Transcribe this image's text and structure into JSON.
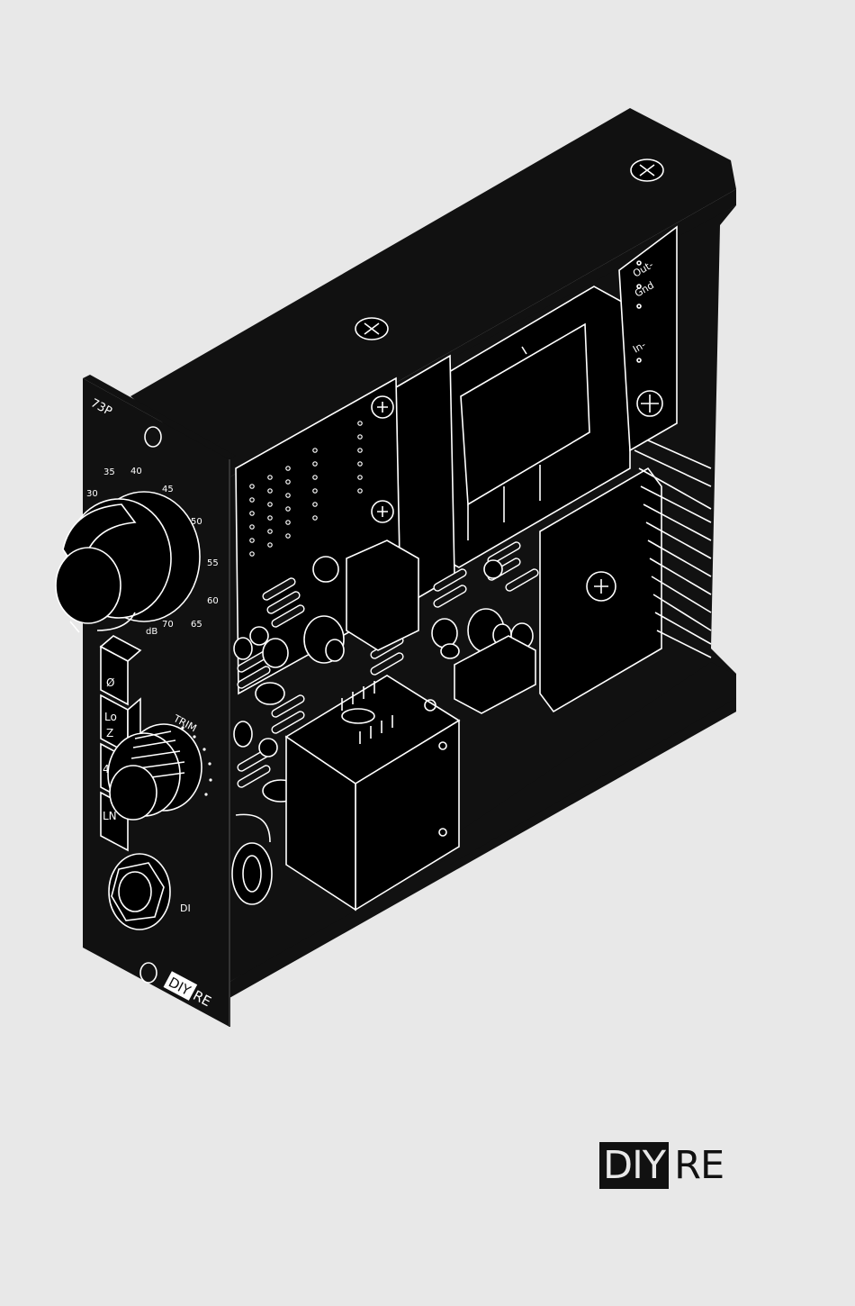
{
  "module": {
    "model_label": "73P",
    "gain_knob": {
      "unit_label": "dB",
      "scale_marks": [
        "30",
        "35",
        "40",
        "45",
        "50",
        "55",
        "60",
        "65",
        "70"
      ]
    },
    "buttons": [
      "Ø",
      "Lo\nZ",
      "48",
      "LN"
    ],
    "trim_label": "TRIM",
    "di_label": "DI",
    "panel_logo": {
      "boxed": "DIY",
      "plain": "RE"
    },
    "pcb_labels": [
      "Out-",
      "Gnd",
      "In-"
    ]
  },
  "brand": {
    "boxed": "DIY",
    "plain": "RE"
  },
  "colors": {
    "background": "#e8e8e8",
    "ink": "#111111",
    "line": "#ffffff"
  }
}
